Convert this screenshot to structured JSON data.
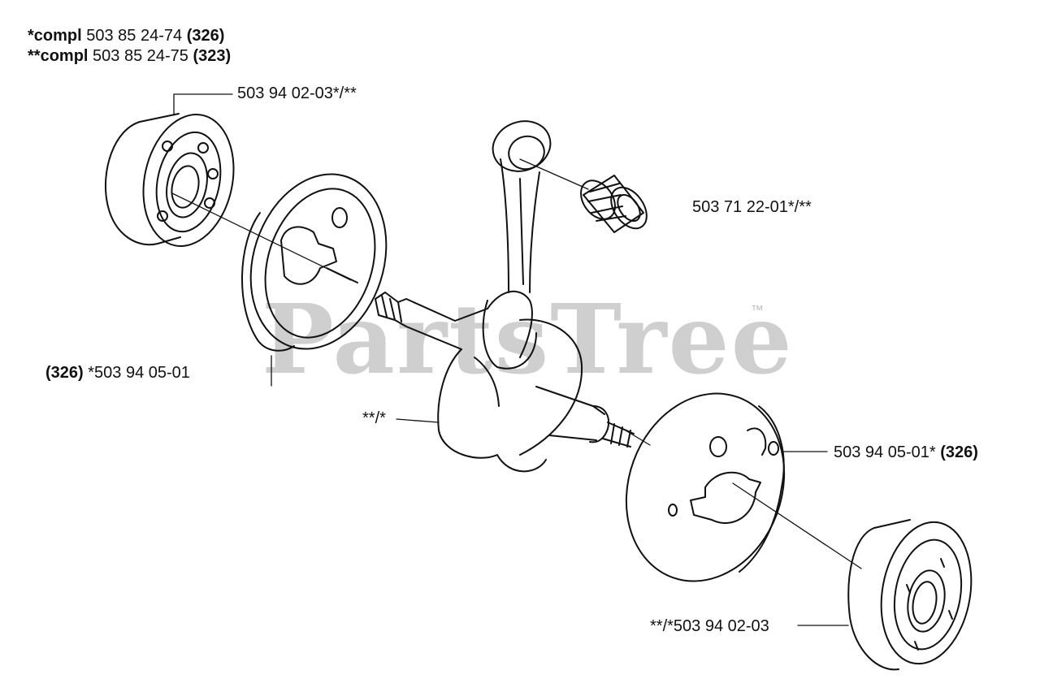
{
  "header": {
    "line1": {
      "prefix": "*compl",
      "number": "503 85 24-74",
      "ref": "(326)"
    },
    "line2": {
      "prefix": "**compl",
      "number": "503 85 24-75",
      "ref": "(323)"
    }
  },
  "watermark": {
    "text": "PartsTree",
    "tm": "™"
  },
  "callouts": {
    "bearing_top": {
      "text": "503 94 02-03*/**"
    },
    "needle_bearing": {
      "text": "503 71 22-01*/**"
    },
    "left_flywheel": {
      "ref": "(326)",
      "text": "*503 94 05-01"
    },
    "crankshaft": {
      "text": "**/*"
    },
    "right_flywheel": {
      "text": "503 94 05-01*",
      "ref": "(326)"
    },
    "bearing_bottom": {
      "text": "**/*503 94 02-03"
    }
  }
}
